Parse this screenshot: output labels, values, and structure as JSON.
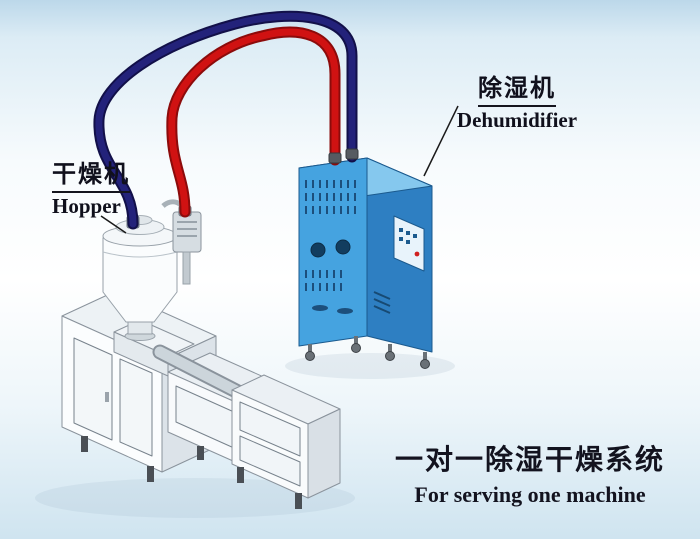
{
  "labels": {
    "hopper": {
      "cn": "干燥机",
      "en": "Hopper"
    },
    "dehumidifier": {
      "cn": "除湿机",
      "en": "Dehumidifier"
    }
  },
  "caption": {
    "cn": "一对一除湿干燥系统",
    "en": "For serving one machine"
  },
  "parts": [
    "hopper-dryer",
    "loader-unit",
    "extruder-machine",
    "dehumidifier-unit",
    "dry-air-pipe-blue",
    "return-air-pipe-red"
  ],
  "colors": {
    "pipe_blue": "#1f1d78",
    "pipe_red": "#d01212",
    "dehumidifier_front": "#45a3e0",
    "dehumidifier_side": "#2e7fc2",
    "dehumidifier_top": "#85c8ee",
    "machine_body": "#fbfdfe",
    "background_top": "#bcd8ea",
    "text": "#10101c"
  }
}
